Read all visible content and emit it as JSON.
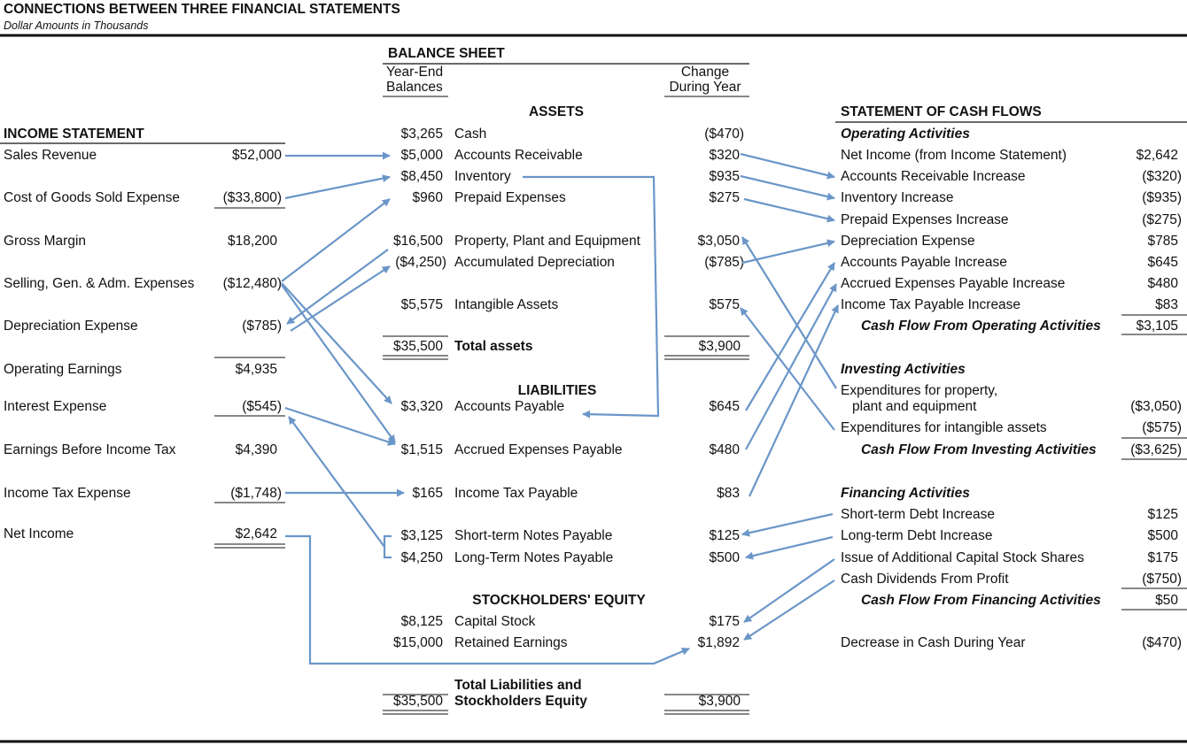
{
  "header": {
    "title": "CONNECTIONS BETWEEN THREE FINANCIAL STATEMENTS",
    "subtitle": "Dollar Amounts in Thousands"
  },
  "income_statement": {
    "title": "INCOME STATEMENT",
    "rows": [
      {
        "label": "Sales Revenue",
        "value": "$52,000"
      },
      {
        "label": "Cost of Goods Sold Expense",
        "value": "($33,800)"
      },
      {
        "label": "Gross Margin",
        "value": "$18,200"
      },
      {
        "label": "Selling, Gen. & Adm. Expenses",
        "value": "($12,480)"
      },
      {
        "label": "Depreciation Expense",
        "value": "($785)"
      },
      {
        "label": "Operating Earnings",
        "value": "$4,935"
      },
      {
        "label": "Interest Expense",
        "value": "($545)"
      },
      {
        "label": "Earnings Before Income Tax",
        "value": "$4,390"
      },
      {
        "label": "Income Tax Expense",
        "value": "($1,748)"
      },
      {
        "label": "Net Income",
        "value": "$2,642"
      }
    ]
  },
  "balance_sheet": {
    "title": "BALANCE SHEET",
    "col_year_end_1": "Year-End",
    "col_year_end_2": "Balances",
    "col_change_1": "Change",
    "col_change_2": "During Year",
    "assets_title": "ASSETS",
    "assets": [
      {
        "balance": "$3,265",
        "label": "Cash",
        "change": "($470)"
      },
      {
        "balance": "$5,000",
        "label": "Accounts Receivable",
        "change": "$320"
      },
      {
        "balance": "$8,450",
        "label": "Inventory",
        "change": "$935"
      },
      {
        "balance": "$960",
        "label": "Prepaid Expenses",
        "change": "$275"
      },
      {
        "balance": "$16,500",
        "label": "Property, Plant and Equipment",
        "change": "$3,050"
      },
      {
        "balance": "($4,250)",
        "label": "Accumulated Depreciation",
        "change": "($785)"
      },
      {
        "balance": "$5,575",
        "label": "Intangible Assets",
        "change": "$575"
      }
    ],
    "total_assets": {
      "balance": "$35,500",
      "label": "Total assets",
      "change": "$3,900"
    },
    "liabilities_title": "LIABILITIES",
    "liabilities": [
      {
        "balance": "$3,320",
        "label": "Accounts Payable",
        "change": "$645"
      },
      {
        "balance": "$1,515",
        "label": "Accrued Expenses Payable",
        "change": "$480"
      },
      {
        "balance": "$165",
        "label": "Income Tax Payable",
        "change": "$83"
      },
      {
        "balance": "$3,125",
        "label": "Short-term Notes Payable",
        "change": "$125"
      },
      {
        "balance": "$4,250",
        "label": "Long-Term Notes Payable",
        "change": "$500"
      }
    ],
    "equity_title": "STOCKHOLDERS' EQUITY",
    "equity": [
      {
        "balance": "$8,125",
        "label": "Capital Stock",
        "change": "$175"
      },
      {
        "balance": "$15,000",
        "label": "Retained Earnings",
        "change": "$1,892"
      }
    ],
    "total_le": {
      "balance": "$35,500",
      "label_1": "Total Liabilities and",
      "label_2": "Stockholders Equity",
      "change": "$3,900"
    }
  },
  "cash_flows": {
    "title": "STATEMENT OF CASH FLOWS",
    "operating_title": "Operating Activities",
    "operating": [
      {
        "label": "Net Income (from Income Statement)",
        "value": "$2,642"
      },
      {
        "label": "Accounts Receivable Increase",
        "value": "($320)"
      },
      {
        "label": "Inventory Increase",
        "value": "($935)"
      },
      {
        "label": "Prepaid Expenses Increase",
        "value": "($275)"
      },
      {
        "label": "Depreciation Expense",
        "value": "$785"
      },
      {
        "label": "Accounts Payable Increase",
        "value": "$645"
      },
      {
        "label": "Accrued Expenses Payable Increase",
        "value": "$480"
      },
      {
        "label": "Income Tax Payable Increase",
        "value": "$83"
      }
    ],
    "operating_total": {
      "label": "Cash Flow From Operating Activities",
      "value": "$3,105"
    },
    "investing_title": "Investing Activities",
    "investing_1": {
      "label_1": "Expenditures for property,",
      "label_2": "plant and equipment",
      "value": "($3,050)"
    },
    "investing_2": {
      "label": "Expenditures for intangible assets",
      "value": "($575)"
    },
    "investing_total": {
      "label": "Cash Flow From Investing Activities",
      "value": "($3,625)"
    },
    "financing_title": "Financing Activities",
    "financing": [
      {
        "label": "Short-term Debt Increase",
        "value": "$125"
      },
      {
        "label": "Long-term Debt Increase",
        "value": "$500"
      },
      {
        "label": "Issue of Additional Capital Stock Shares",
        "value": "$175"
      },
      {
        "label": "Cash Dividends From Profit",
        "value": "($750)"
      }
    ],
    "financing_total": {
      "label": "Cash Flow From Financing Activities",
      "value": "$50"
    },
    "decrease": {
      "label": "Decrease in Cash During Year",
      "value": "($470)"
    }
  },
  "colors": {
    "arrow": "#6b96c8",
    "line": "#111111"
  }
}
